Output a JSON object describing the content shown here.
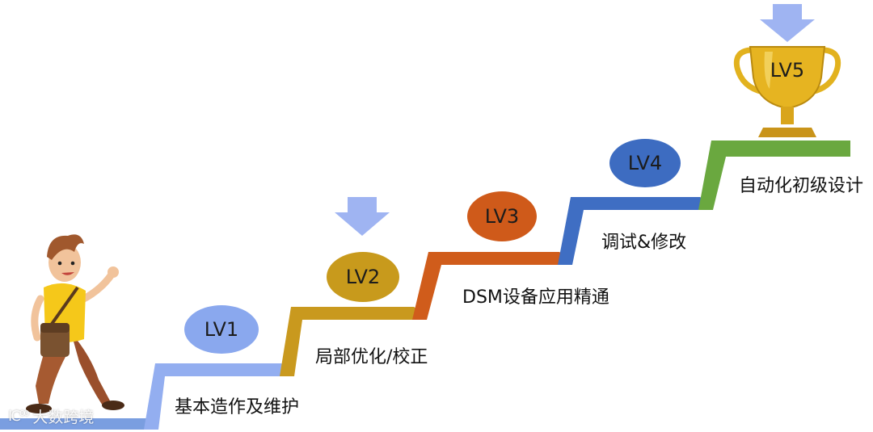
{
  "levels": [
    {
      "badge": "LV1",
      "label": "基本造作及维护",
      "color": "#8aa8ee"
    },
    {
      "badge": "LV2",
      "label": "局部优化/校正",
      "color": "#c89a1c"
    },
    {
      "badge": "LV3",
      "label": "DSM设备应用精通",
      "color": "#cf5a1a"
    },
    {
      "badge": "LV4",
      "label": "调试&修改",
      "color": "#3d6cc1"
    },
    {
      "badge": "LV5",
      "label": "自动化初级设计",
      "color": "#6aa83e"
    }
  ],
  "colors": {
    "arrow": "#9fb4f2",
    "trophy": "#e2b21e",
    "trophy_dark": "#b8860b"
  },
  "watermark": {
    "icon": "IC⁰⁰",
    "text": "大数跨境"
  }
}
